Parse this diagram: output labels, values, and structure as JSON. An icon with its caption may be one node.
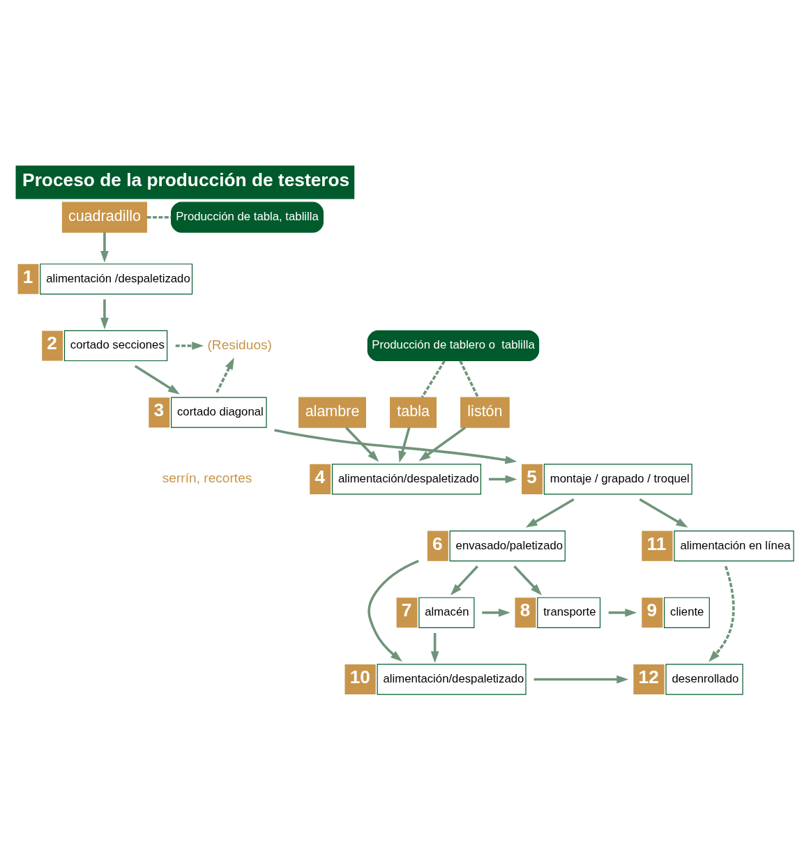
{
  "diagram": {
    "title": "Proceso de la producción de testeros",
    "nodes": [
      {
        "text": [
          "cuadradillo"
        ]
      },
      {
        "text": [
          "Producción de tabla, tablilla"
        ]
      },
      {
        "text": [
          "1",
          "alimentación /despaletizado"
        ]
      },
      {
        "text": [
          "2",
          "cortado secciones"
        ]
      },
      {
        "text": [
          "(Residuos)"
        ]
      },
      {
        "text": [
          "3",
          "cortado diagonal"
        ]
      },
      {
        "text": [
          "5",
          "montaje / grapado / troquel"
        ]
      },
      {
        "text": [
          "Producción de tablero o  tablilla"
        ]
      },
      {
        "text": [
          "alambre"
        ]
      },
      {
        "text": [
          "tabla"
        ]
      },
      {
        "text": [
          "listón"
        ]
      },
      {
        "text": [
          "4",
          "alimentación/despaletizado"
        ]
      },
      {
        "text": [
          "6",
          "envasado/paletizado"
        ]
      },
      {
        "text": [
          "11",
          "alimentación en línea"
        ]
      },
      {
        "text": [
          "7",
          "almacén"
        ]
      },
      {
        "text": [
          "8",
          "transporte"
        ]
      },
      {
        "text": [
          "9",
          "cliente"
        ]
      },
      {
        "text": [
          "10",
          "alimentación/despaletizado"
        ]
      },
      {
        "text": [
          "12",
          "desenrollado"
        ]
      }
    ],
    "edges": [
      {
        "from": 0,
        "to": 1,
        "arrow": "none",
        "style": "dashed"
      },
      {
        "from": 0,
        "to": 2,
        "arrow": "to"
      },
      {
        "from": 2,
        "to": 3,
        "arrow": "to"
      },
      {
        "from": 3,
        "to": 5,
        "arrow": "to"
      },
      {
        "from": 3,
        "to": 4,
        "arrow": "to",
        "style": "dashed"
      },
      {
        "from": 5,
        "to": 4,
        "arrow": "to",
        "style": "dashed"
      },
      {
        "from": 5,
        "to": 6,
        "arrow": "to"
      },
      {
        "from": 7,
        "to": 9,
        "arrow": "none",
        "style": "dashed"
      },
      {
        "from": 7,
        "to": 10,
        "arrow": "none",
        "style": "dashed"
      },
      {
        "from": 8,
        "to": 11,
        "arrow": "to"
      },
      {
        "from": 9,
        "to": 11,
        "arrow": "to"
      },
      {
        "from": 10,
        "to": 11,
        "arrow": "to"
      },
      {
        "from": 11,
        "to": 6,
        "arrow": "to"
      },
      {
        "from": 6,
        "to": 12,
        "arrow": "to"
      },
      {
        "from": 6,
        "to": 13,
        "arrow": "to"
      },
      {
        "from": 12,
        "to": 14,
        "arrow": "to"
      },
      {
        "from": 12,
        "to": 15,
        "arrow": "to"
      },
      {
        "from": 12,
        "to": 17,
        "arrow": "to"
      },
      {
        "from": 14,
        "to": 15,
        "arrow": "to"
      },
      {
        "from": 15,
        "to": 16,
        "arrow": "to"
      },
      {
        "from": 14,
        "to": 17,
        "arrow": "to"
      },
      {
        "from": 17,
        "to": 18,
        "arrow": "to"
      },
      {
        "from": 13,
        "to": 18,
        "arrow": "to",
        "style": "dashed"
      }
    ],
    "labels": [
      "serrín, recortes"
    ]
  }
}
